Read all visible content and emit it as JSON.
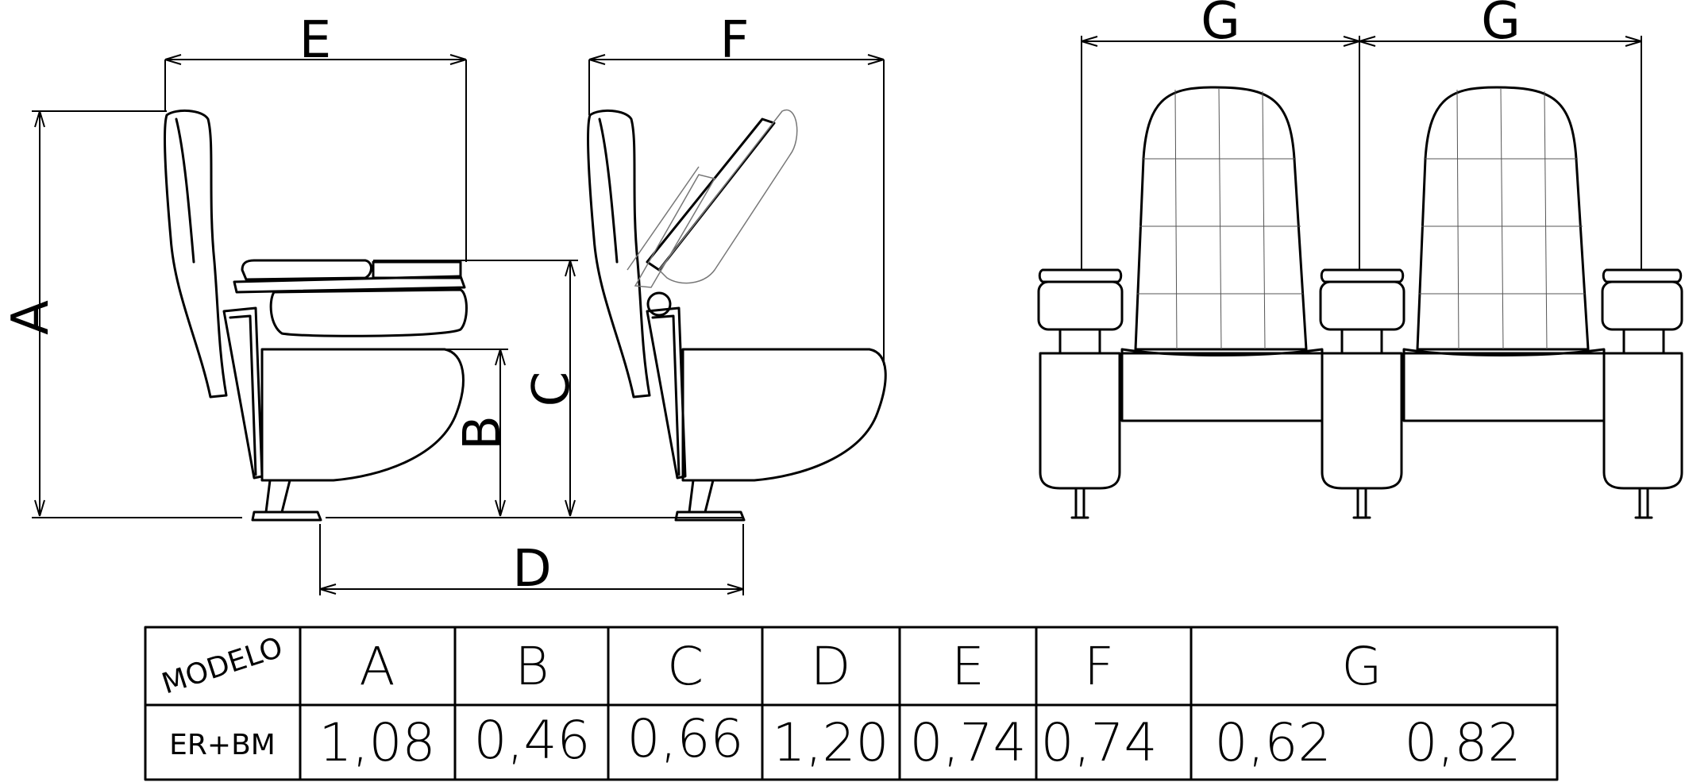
{
  "dimensions": {
    "A": "A",
    "B": "B",
    "C": "C",
    "D": "D",
    "E": "E",
    "F": "F",
    "G_left": "G",
    "G_right": "G"
  },
  "table": {
    "header_label": "MODELO",
    "columns": [
      "A",
      "B",
      "C",
      "D",
      "E",
      "F",
      "G"
    ],
    "row": {
      "model": "ER+BM",
      "values": [
        "1,08",
        "0,46",
        "0,66",
        "1,20",
        "0,74",
        "0,74"
      ],
      "g_values": [
        "0,62",
        "0,82"
      ]
    }
  }
}
